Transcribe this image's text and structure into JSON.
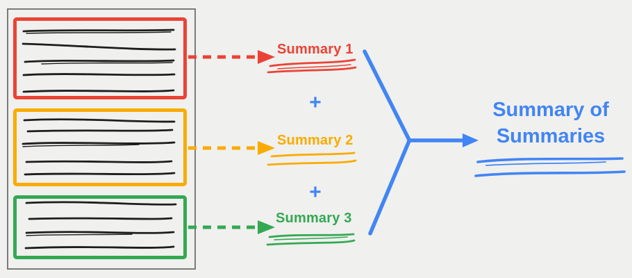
{
  "colors": {
    "background": "#F0F0EE",
    "red": "#EA4335",
    "orange": "#F9AB00",
    "green": "#34A853",
    "blue": "#4285F4",
    "ink": "#1D1D1D",
    "document_border": "#7A7A7A"
  },
  "document": {
    "chunks": [
      {
        "name": "chunk-1",
        "color": "#EA4335",
        "text_line_count": 5
      },
      {
        "name": "chunk-2",
        "color": "#F9AB00",
        "text_line_count": 5
      },
      {
        "name": "chunk-3",
        "color": "#34A853",
        "text_line_count": 4
      }
    ]
  },
  "summaries": [
    {
      "label": "Summary 1",
      "color": "#EA4335"
    },
    {
      "label": "Summary 2",
      "color": "#F9AB00"
    },
    {
      "label": "Summary 3",
      "color": "#34A853"
    }
  ],
  "operators": {
    "plus": "+"
  },
  "result": {
    "label": "Summary of Summaries",
    "color": "#4285F4"
  }
}
